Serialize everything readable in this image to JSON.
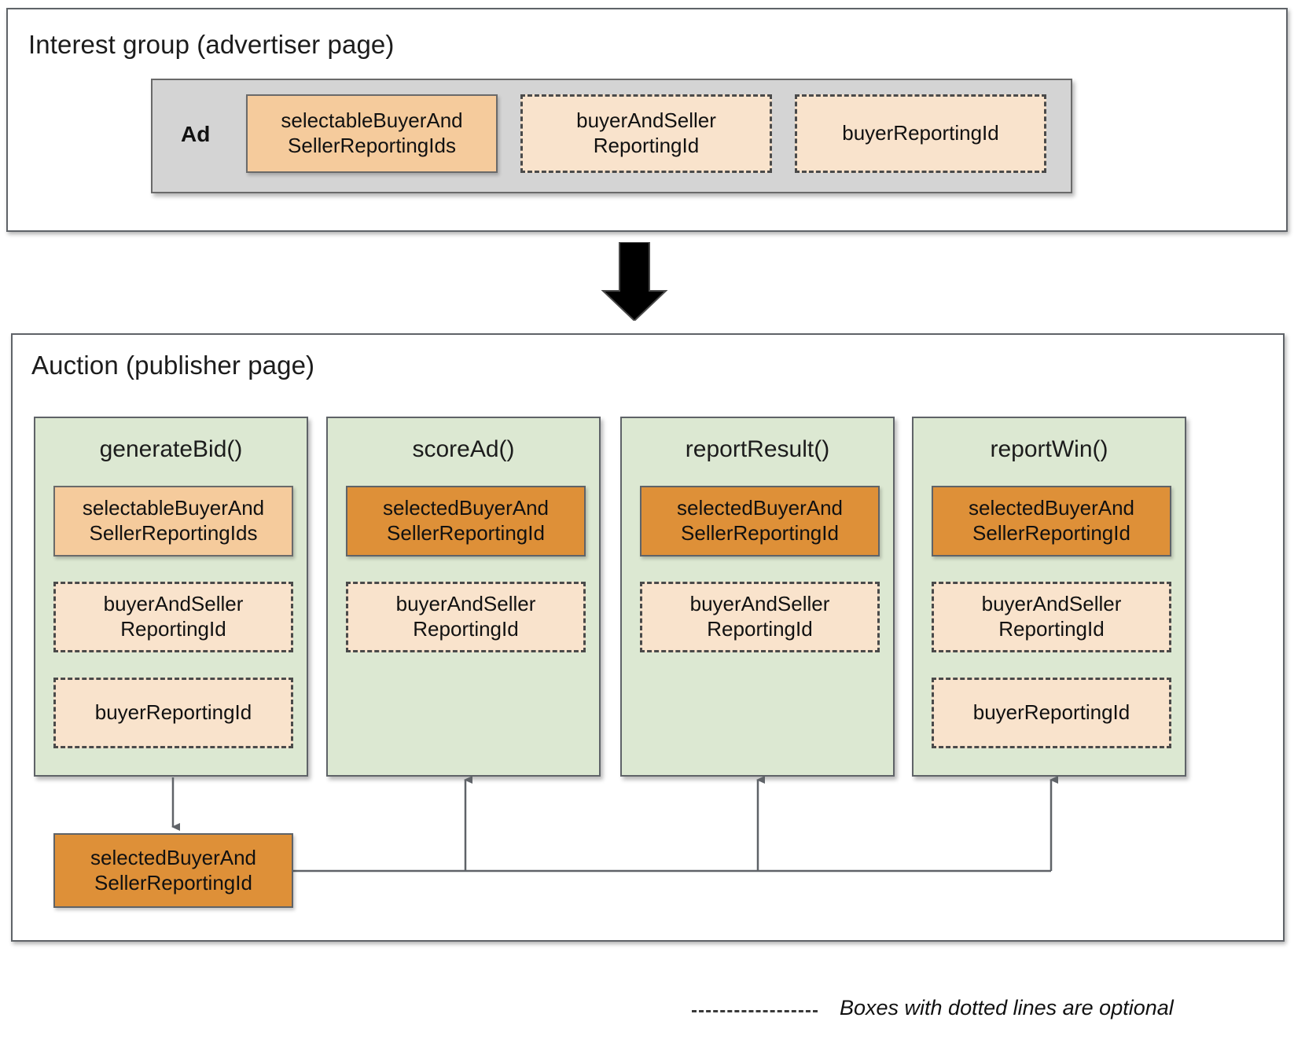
{
  "sections": {
    "interest_group": {
      "title": "Interest group (advertiser page)",
      "ad_label": "Ad",
      "boxes": [
        {
          "label": "selectableBuyerAnd\nSellerReportingIds",
          "line1": "selectableBuyerAnd",
          "line2": "SellerReportingIds",
          "style": "solid-light",
          "optional": false
        },
        {
          "label": "buyerAndSeller\nReportingId",
          "line1": "buyerAndSeller",
          "line2": "ReportingId",
          "style": "dashed-peach",
          "optional": true
        },
        {
          "label": "buyerReportingId",
          "line1": "buyerReportingId",
          "line2": "",
          "style": "dashed-peach",
          "optional": true
        }
      ]
    },
    "auction": {
      "title": "Auction (publisher page)",
      "columns": [
        {
          "name": "generateBid()",
          "boxes": [
            {
              "line1": "selectableBuyerAnd",
              "line2": "SellerReportingIds",
              "style": "solid-light",
              "optional": false
            },
            {
              "line1": "buyerAndSeller",
              "line2": "ReportingId",
              "style": "dashed-peach",
              "optional": true
            },
            {
              "line1": "buyerReportingId",
              "line2": "",
              "style": "dashed-peach",
              "optional": true
            }
          ]
        },
        {
          "name": "scoreAd()",
          "boxes": [
            {
              "line1": "selectedBuyerAnd",
              "line2": "SellerReportingId",
              "style": "solid-dark",
              "optional": false
            },
            {
              "line1": "buyerAndSeller",
              "line2": "ReportingId",
              "style": "dashed-peach",
              "optional": true
            }
          ]
        },
        {
          "name": "reportResult()",
          "boxes": [
            {
              "line1": "selectedBuyerAnd",
              "line2": "SellerReportingId",
              "style": "solid-dark",
              "optional": false
            },
            {
              "line1": "buyerAndSeller",
              "line2": "ReportingId",
              "style": "dashed-peach",
              "optional": true
            }
          ]
        },
        {
          "name": "reportWin()",
          "boxes": [
            {
              "line1": "selectedBuyerAnd",
              "line2": "SellerReportingId",
              "style": "solid-dark",
              "optional": false
            },
            {
              "line1": "buyerAndSeller",
              "line2": "ReportingId",
              "style": "dashed-peach",
              "optional": true
            },
            {
              "line1": "buyerReportingId",
              "line2": "",
              "style": "dashed-peach",
              "optional": true
            }
          ]
        }
      ],
      "output_box": {
        "line1": "selectedBuyerAnd",
        "line2": "SellerReportingId",
        "style": "solid-dark"
      }
    }
  },
  "legend": {
    "text": "Boxes with dotted lines are optional",
    "swatch": "dashed-line"
  },
  "colors": {
    "solid_light_orange": "#f5cb9c",
    "solid_dark_orange": "#de9038",
    "dashed_peach": "#f9e3cc",
    "column_green": "#dce8d2",
    "ad_grey": "#d4d4d4",
    "border_grey": "#5f6368",
    "connector_grey": "#5f6368",
    "flow_arrow_black": "#000000"
  },
  "flow_arrow": {
    "direction": "down",
    "name": "interest-group-to-auction-arrow"
  },
  "connectors": [
    {
      "from": "generateBid()",
      "to": "selectedBuyerAndSellerReportingId",
      "direction": "down"
    },
    {
      "from": "selectedBuyerAndSellerReportingId",
      "to": "scoreAd()",
      "direction": "up"
    },
    {
      "from": "selectedBuyerAndSellerReportingId",
      "to": "reportResult()",
      "direction": "up"
    },
    {
      "from": "selectedBuyerAndSellerReportingId",
      "to": "reportWin()",
      "direction": "up"
    }
  ]
}
